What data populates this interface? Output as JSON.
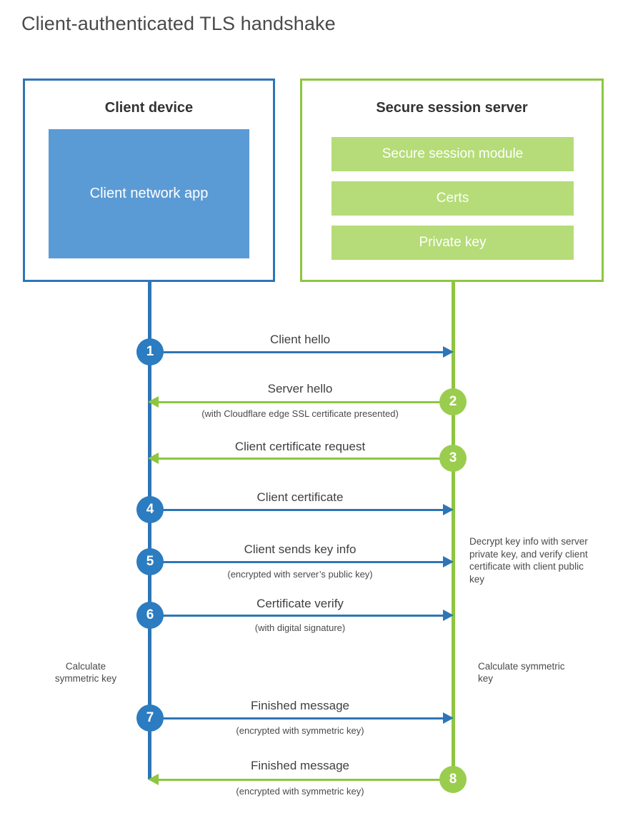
{
  "diagram": {
    "title": "Client-authenticated TLS handshake",
    "colors": {
      "client_border": "#2E75B6",
      "client_fill": "#5B9BD5",
      "server_border": "#8DC63F",
      "server_fill": "#B5DC78",
      "step_blue": "#2B7CC0",
      "step_green": "#9ACD4E",
      "text": "#4a4a4a"
    },
    "parties": {
      "client": {
        "title": "Client device",
        "blocks": [
          "Client network app"
        ]
      },
      "server": {
        "title": "Secure session server",
        "blocks": [
          "Secure session module",
          "Certs",
          "Private key"
        ]
      }
    },
    "steps": [
      {
        "number": "1",
        "label": "Client hello",
        "sublabel": "",
        "direction": "client-to-server",
        "color": "blue"
      },
      {
        "number": "2",
        "label": "Server hello",
        "sublabel": "(with Cloudflare edge SSL certificate presented)",
        "direction": "server-to-client",
        "color": "green"
      },
      {
        "number": "3",
        "label": "Client certificate request",
        "sublabel": "",
        "direction": "server-to-client",
        "color": "green"
      },
      {
        "number": "4",
        "label": "Client certificate",
        "sublabel": "",
        "direction": "client-to-server",
        "color": "blue"
      },
      {
        "number": "5",
        "label": "Client sends key info",
        "sublabel": "(encrypted with server’s public key)",
        "direction": "client-to-server",
        "color": "blue"
      },
      {
        "number": "6",
        "label": "Certificate verify",
        "sublabel": "(with digital signature)",
        "direction": "client-to-server",
        "color": "blue"
      },
      {
        "number": "7",
        "label": "Finished message",
        "sublabel": "(encrypted with symmetric key)",
        "direction": "client-to-server",
        "color": "blue"
      },
      {
        "number": "8",
        "label": "Finished message",
        "sublabel": "(encrypted with symmetric key)",
        "direction": "server-to-client",
        "color": "green"
      }
    ],
    "annotations": {
      "server_decrypt": "Decrypt key info with server private key, and verify client certificate with client public key",
      "client_calculate": "Calculate symmetric key",
      "server_calculate": "Calculate symmetric key"
    }
  }
}
